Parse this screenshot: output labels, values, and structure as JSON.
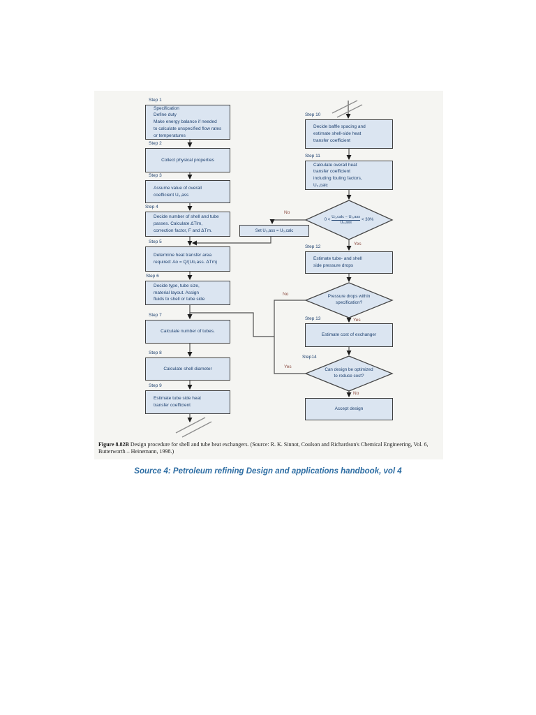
{
  "figure": {
    "colors": {
      "box_fill": "#dbe5f1",
      "box_border": "#3f3f3f",
      "text_navy": "#1f4270",
      "yes_no_label": "#8a4a3f",
      "connector_line": "#4f4f4f",
      "figure_background": "#f5f5f2",
      "source_note_blue": "#2d6da3"
    },
    "steps": [
      {
        "label": "Step 1",
        "lines": [
          "Specification",
          "Define duty",
          "Make energy balance if needed",
          "to calculate unspecified flow rates",
          "or temperatures"
        ]
      },
      {
        "label": "Step 2",
        "lines": [
          "Collect physical properties"
        ]
      },
      {
        "label": "Step 3",
        "lines": [
          "Assume  value of overall",
          "coefficient U₀,ass"
        ]
      },
      {
        "label": "Step 4",
        "lines": [
          "Decide number of shell and tube",
          "passes. Calculate ΔTlm,",
          "correction factor, F and ΔTm."
        ]
      },
      {
        "label": "Step 5",
        "lines": [
          "Determine heat transfer area",
          "required: Ao = Q/(Uo,ass. ΔTm)"
        ]
      },
      {
        "label": "Step 6",
        "lines": [
          "Decide type, tube size,",
          "material layout. Assign",
          "fluids to shell or tube side"
        ]
      },
      {
        "label": "Step 7",
        "lines": [
          "Calculate number of tubes."
        ]
      },
      {
        "label": "Step 8",
        "lines": [
          "Calculate shell diameter"
        ]
      },
      {
        "label": "Step 9",
        "lines": [
          "Estimate tube side heat",
          "transfer coefficient"
        ]
      },
      {
        "label": "Step 10",
        "lines": [
          "Decide  baffle spacing and",
          "estimate shell-side heat",
          "transfer coefficient"
        ]
      },
      {
        "label": "Step 11",
        "lines": [
          "Calculate overall heat",
          "transfer coefficient",
          "including fouling factors,",
          "U₀,calc"
        ]
      },
      {
        "label": "Step 12",
        "lines": [
          "Estimate tube- and shell",
          "side pressure drops"
        ]
      },
      {
        "label": "Step 13",
        "lines": [
          "Estimate cost of exchanger"
        ]
      }
    ],
    "decisions": [
      {
        "formula": {
          "prefix": "0 <",
          "numerator": "U₀,calc − U₀,ass",
          "denominator": "U₀,ass",
          "suffix": "< 30%"
        },
        "no": "No",
        "yes": "Yes"
      },
      {
        "lines": [
          "Pressure drops within",
          "specification?"
        ],
        "no": "No",
        "yes": "Yes"
      },
      {
        "label": "Step14",
        "lines": [
          "Can design be optimized",
          "to reduce cost?"
        ],
        "yes": "Yes",
        "no": "No"
      }
    ],
    "set_box": {
      "text": "Set U₀,ass = U₀,calc"
    },
    "accept_box": {
      "lines": [
        "Accept design"
      ]
    },
    "caption_label": "Figure 8.82B",
    "caption_text": " Design procedure for shell and tube heat exchangers. (Source: R. K. Sinnot, Coulson and Richardson's Chemical Engineering, Vol. 6, Butterworth – Heinemann, 1998.)"
  },
  "page": {
    "source_note": "Source 4: Petroleum refining Design and applications handbook, vol 4"
  }
}
